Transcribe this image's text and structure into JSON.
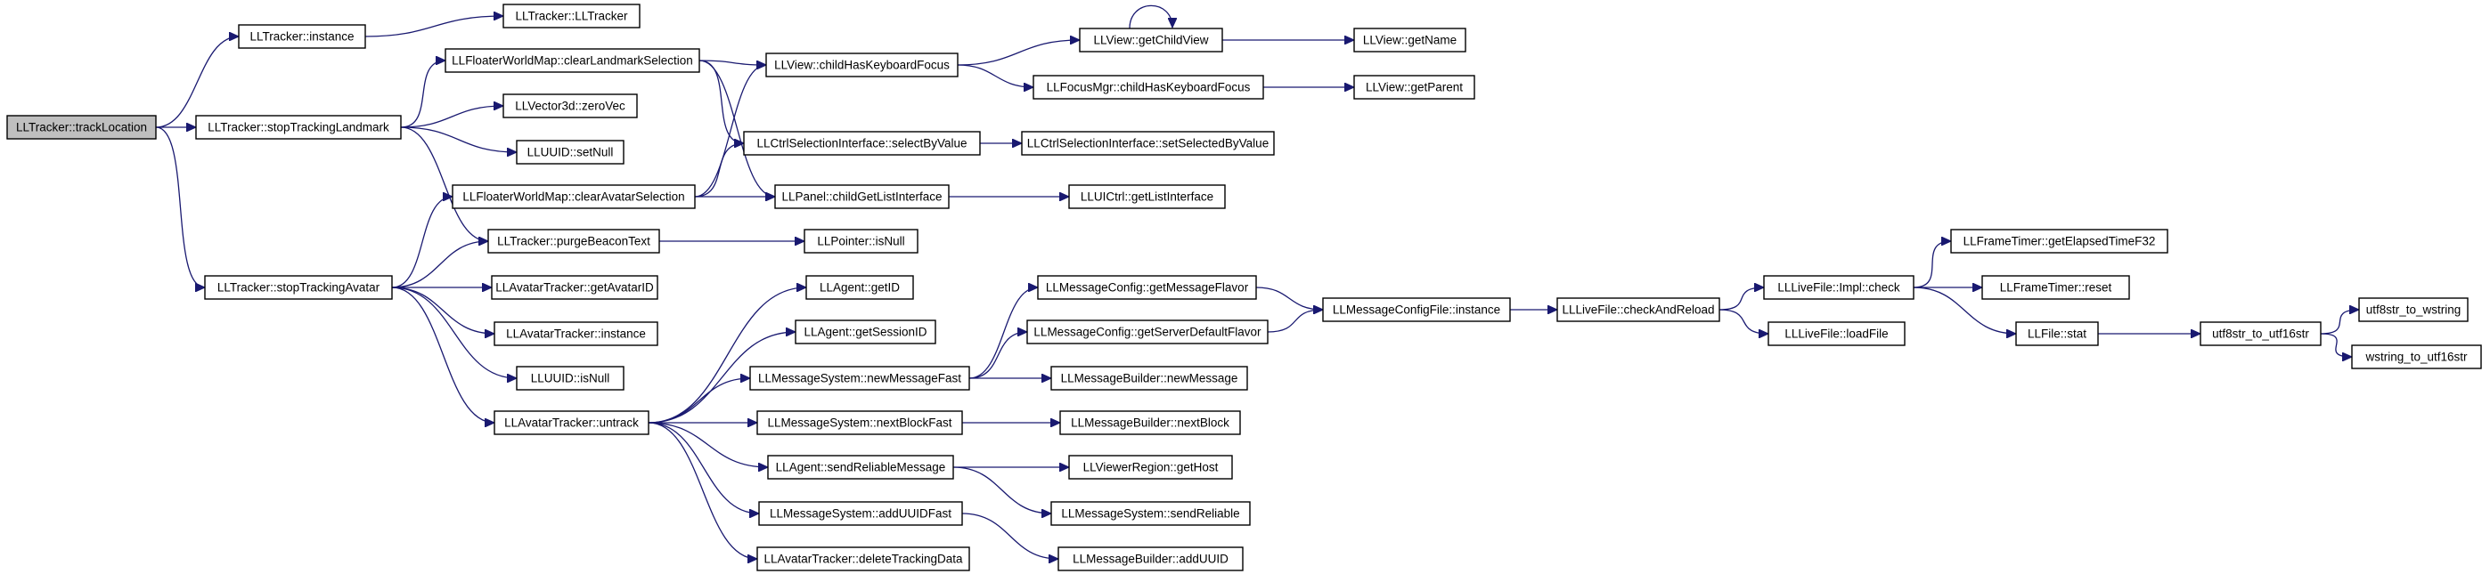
{
  "nodes": [
    {
      "id": "trackLocation",
      "label": "LLTracker::trackLocation",
      "root": true
    },
    {
      "id": "instance",
      "label": "LLTracker::instance"
    },
    {
      "id": "ctor",
      "label": "LLTracker::LLTracker"
    },
    {
      "id": "stopLandmark",
      "label": "LLTracker::stopTrackingLandmark"
    },
    {
      "id": "stopAvatar",
      "label": "LLTracker::stopTrackingAvatar"
    },
    {
      "id": "clearLandmarkSel",
      "label": "LLFloaterWorldMap::clearLandmarkSelection"
    },
    {
      "id": "zeroVec",
      "label": "LLVector3d::zeroVec"
    },
    {
      "id": "setNull",
      "label": "LLUUID::setNull"
    },
    {
      "id": "clearAvatarSel",
      "label": "LLFloaterWorldMap::clearAvatarSelection"
    },
    {
      "id": "purgeBeacon",
      "label": "LLTracker::purgeBeaconText"
    },
    {
      "id": "getAvatarID",
      "label": "LLAvatarTracker::getAvatarID"
    },
    {
      "id": "avInstance",
      "label": "LLAvatarTracker::instance"
    },
    {
      "id": "isNull",
      "label": "LLUUID::isNull"
    },
    {
      "id": "untrack",
      "label": "LLAvatarTracker::untrack"
    },
    {
      "id": "childHasKF",
      "label": "LLView::childHasKeyboardFocus"
    },
    {
      "id": "selectByValue",
      "label": "LLCtrlSelectionInterface::selectByValue"
    },
    {
      "id": "childGetList",
      "label": "LLPanel::childGetListInterface"
    },
    {
      "id": "ptrIsNull",
      "label": "LLPointer::isNull"
    },
    {
      "id": "getID",
      "label": "LLAgent::getID"
    },
    {
      "id": "getSessionID",
      "label": "LLAgent::getSessionID"
    },
    {
      "id": "newMsgFast",
      "label": "LLMessageSystem::newMessageFast"
    },
    {
      "id": "nextBlockFast",
      "label": "LLMessageSystem::nextBlockFast"
    },
    {
      "id": "sendReliableMsg",
      "label": "LLAgent::sendReliableMessage"
    },
    {
      "id": "addUUIDFast",
      "label": "LLMessageSystem::addUUIDFast"
    },
    {
      "id": "deleteTracking",
      "label": "LLAvatarTracker::deleteTrackingData"
    },
    {
      "id": "getChildView",
      "label": "LLView::getChildView"
    },
    {
      "id": "focusMgrChild",
      "label": "LLFocusMgr::childHasKeyboardFocus"
    },
    {
      "id": "setSelByValue",
      "label": "LLCtrlSelectionInterface::setSelectedByValue"
    },
    {
      "id": "getListIface",
      "label": "LLUICtrl::getListInterface"
    },
    {
      "id": "getMsgFlavor",
      "label": "LLMessageConfig::getMessageFlavor"
    },
    {
      "id": "getServerFlavor",
      "label": "LLMessageConfig::getServerDefaultFlavor"
    },
    {
      "id": "newMessage",
      "label": "LLMessageBuilder::newMessage"
    },
    {
      "id": "nextBlock",
      "label": "LLMessageBuilder::nextBlock"
    },
    {
      "id": "getHost",
      "label": "LLViewerRegion::getHost"
    },
    {
      "id": "sendReliable",
      "label": "LLMessageSystem::sendReliable"
    },
    {
      "id": "addUUID",
      "label": "LLMessageBuilder::addUUID"
    },
    {
      "id": "getName",
      "label": "LLView::getName"
    },
    {
      "id": "getParent",
      "label": "LLView::getParent"
    },
    {
      "id": "cfgInstance",
      "label": "LLMessageConfigFile::instance"
    },
    {
      "id": "checkAndReload",
      "label": "LLLiveFile::checkAndReload"
    },
    {
      "id": "implCheck",
      "label": "LLLiveFile::Impl::check"
    },
    {
      "id": "loadFile",
      "label": "LLLiveFile::loadFile"
    },
    {
      "id": "elapsedF32",
      "label": "LLFrameTimer::getElapsedTimeF32"
    },
    {
      "id": "timerReset",
      "label": "LLFrameTimer::reset"
    },
    {
      "id": "fileStat",
      "label": "LLFile::stat"
    },
    {
      "id": "u8to16",
      "label": "utf8str_to_utf16str"
    },
    {
      "id": "u8toW",
      "label": "utf8str_to_wstring"
    },
    {
      "id": "wTo16",
      "label": "wstring_to_utf16str"
    }
  ],
  "edges": [
    [
      "trackLocation",
      "instance"
    ],
    [
      "trackLocation",
      "stopLandmark"
    ],
    [
      "trackLocation",
      "stopAvatar"
    ],
    [
      "instance",
      "ctor"
    ],
    [
      "stopLandmark",
      "clearLandmarkSel"
    ],
    [
      "stopLandmark",
      "zeroVec"
    ],
    [
      "stopLandmark",
      "setNull"
    ],
    [
      "stopLandmark",
      "purgeBeacon"
    ],
    [
      "stopAvatar",
      "clearAvatarSel"
    ],
    [
      "stopAvatar",
      "purgeBeacon"
    ],
    [
      "stopAvatar",
      "getAvatarID"
    ],
    [
      "stopAvatar",
      "avInstance"
    ],
    [
      "stopAvatar",
      "isNull"
    ],
    [
      "stopAvatar",
      "untrack"
    ],
    [
      "clearLandmarkSel",
      "childHasKF"
    ],
    [
      "clearLandmarkSel",
      "selectByValue"
    ],
    [
      "clearLandmarkSel",
      "childGetList"
    ],
    [
      "clearAvatarSel",
      "childHasKF"
    ],
    [
      "clearAvatarSel",
      "selectByValue"
    ],
    [
      "clearAvatarSel",
      "childGetList"
    ],
    [
      "purgeBeacon",
      "ptrIsNull"
    ],
    [
      "untrack",
      "getID"
    ],
    [
      "untrack",
      "getSessionID"
    ],
    [
      "untrack",
      "newMsgFast"
    ],
    [
      "untrack",
      "nextBlockFast"
    ],
    [
      "untrack",
      "sendReliableMsg"
    ],
    [
      "untrack",
      "addUUIDFast"
    ],
    [
      "untrack",
      "deleteTracking"
    ],
    [
      "childHasKF",
      "getChildView"
    ],
    [
      "childHasKF",
      "focusMgrChild"
    ],
    [
      "getChildView",
      "getChildView"
    ],
    [
      "getChildView",
      "getName"
    ],
    [
      "focusMgrChild",
      "getParent"
    ],
    [
      "selectByValue",
      "setSelByValue"
    ],
    [
      "childGetList",
      "getListIface"
    ],
    [
      "newMsgFast",
      "getMsgFlavor"
    ],
    [
      "newMsgFast",
      "getServerFlavor"
    ],
    [
      "newMsgFast",
      "newMessage"
    ],
    [
      "nextBlockFast",
      "nextBlock"
    ],
    [
      "sendReliableMsg",
      "getHost"
    ],
    [
      "sendReliableMsg",
      "sendReliable"
    ],
    [
      "addUUIDFast",
      "addUUID"
    ],
    [
      "getMsgFlavor",
      "cfgInstance"
    ],
    [
      "getServerFlavor",
      "cfgInstance"
    ],
    [
      "cfgInstance",
      "checkAndReload"
    ],
    [
      "checkAndReload",
      "implCheck"
    ],
    [
      "checkAndReload",
      "loadFile"
    ],
    [
      "implCheck",
      "elapsedF32"
    ],
    [
      "implCheck",
      "timerReset"
    ],
    [
      "implCheck",
      "fileStat"
    ],
    [
      "fileStat",
      "u8to16"
    ],
    [
      "u8to16",
      "u8toW"
    ],
    [
      "u8to16",
      "wTo16"
    ]
  ]
}
